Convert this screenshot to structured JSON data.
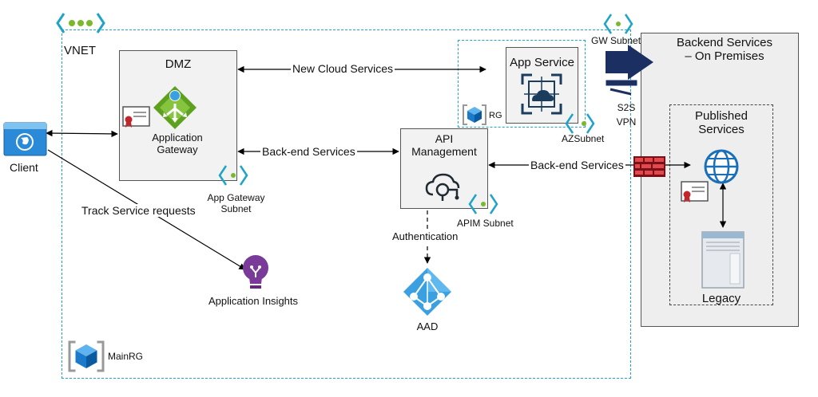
{
  "labels": {
    "vnet": "VNET",
    "dmz": "DMZ",
    "app_gateway": "Application\nGateway",
    "app_gateway_subnet": "App Gateway\nSubnet",
    "client": "Client",
    "new_cloud_services": "New Cloud Services",
    "backend_services_left": "Back-end Services",
    "backend_services_right": "Back-end Services",
    "app_service": "App Service",
    "rg": "RG",
    "az_subnet": "AZSubnet",
    "gw_subnet": "GW Subnet",
    "s2s_vpn": "S2S\nVPN",
    "backend_onprem_title": "Backend Services\n– On Premises",
    "published_services": "Published\nServices",
    "legacy": "Legacy",
    "api_management": "API\nManagement",
    "apim_subnet": "APIM Subnet",
    "authentication": "Authentication",
    "aad": "AAD",
    "track_service_requests": "Track Service requests",
    "application_insights": "Application Insights",
    "main_rg": "MainRG"
  },
  "colors": {
    "azure_blue": "#0078d4",
    "dashed_cyan": "#1fa3c9",
    "gateway_green": "#5ea11e",
    "onprem_bg": "#eeeeee",
    "dmz_bg": "#f2f2f2",
    "vpn_navy": "#1b2f63",
    "firewall_red": "#c0272d",
    "insights_purple": "#7a3a9a"
  },
  "icons": [
    "vnet-icon",
    "certificate-icon",
    "application-gateway-icon",
    "client-browser-icon",
    "app-service-icon",
    "resource-group-icon",
    "subnet-icon",
    "vpn-gateway-icon",
    "firewall-icon",
    "globe-icon",
    "legacy-server-icon",
    "api-management-icon",
    "azure-active-directory-icon",
    "application-insights-icon"
  ]
}
